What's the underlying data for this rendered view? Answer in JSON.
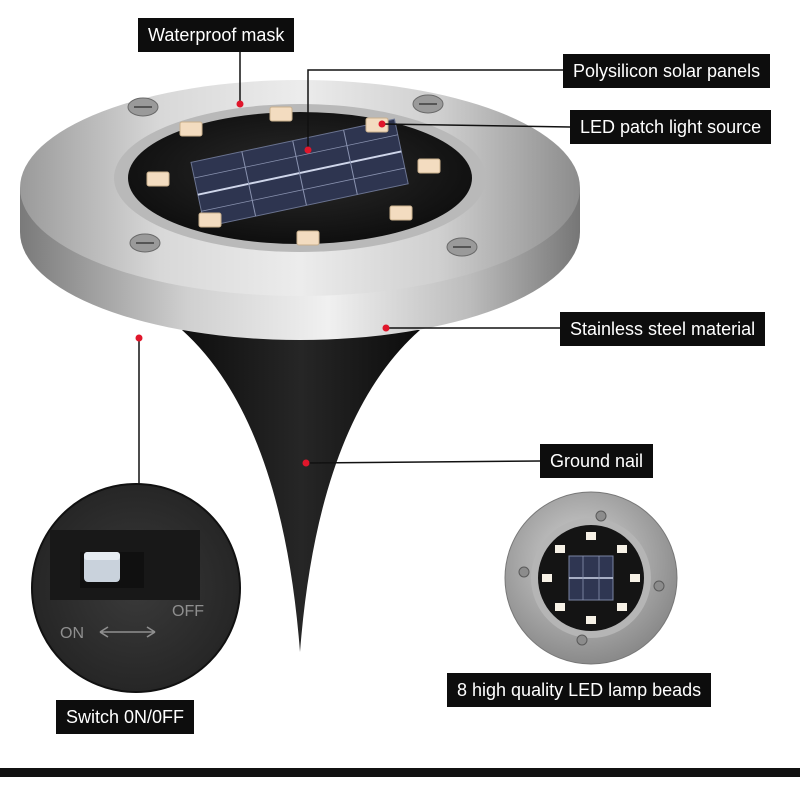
{
  "labels": {
    "waterproof_mask": "Waterproof mask",
    "solar_panels": "Polysilicon solar panels",
    "led_source": "LED patch light source",
    "steel": "Stainless steel material",
    "ground_nail": "Ground nail",
    "lamp_beads": "8 high quality LED lamp beads",
    "switch": "Switch 0N/0FF"
  },
  "switch_markings": {
    "on": "ON",
    "off": "OFF"
  },
  "colors": {
    "label_bg": "#0d0d0d",
    "label_text": "#ffffff",
    "marker_dot": "#e0162b",
    "steel_light": "#e6e6e6",
    "steel_dark": "#8a8a8a",
    "lens": "#1a1a1a",
    "led": "#f3dcc0"
  },
  "led_count": 8
}
